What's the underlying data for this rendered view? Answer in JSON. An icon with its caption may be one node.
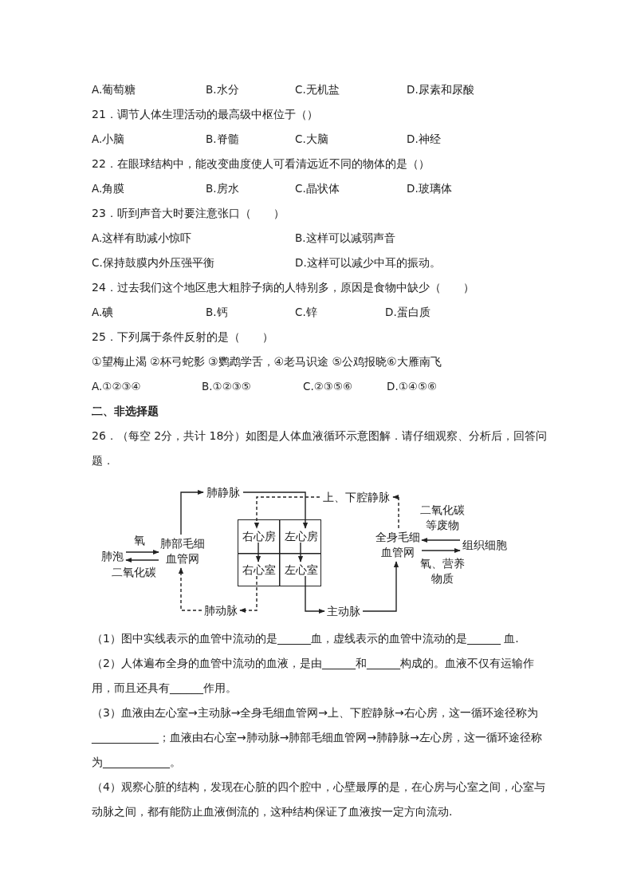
{
  "diagram": {
    "nodes": [
      {
        "text": [
          "肺静脉"
        ]
      },
      {
        "text": [
          "上、下腔静脉"
        ]
      },
      {
        "text": [],
        "shape": "box"
      },
      {
        "text": [
          "右心房"
        ],
        "in": 2
      },
      {
        "text": [
          "左心房"
        ],
        "in": 2
      },
      {
        "text": [
          "右心室"
        ],
        "in": 2
      },
      {
        "text": [
          "左心室"
        ],
        "in": 2
      },
      {
        "text": [
          "肺泡"
        ]
      },
      {
        "text": [
          "肺部毛细血管网"
        ]
      },
      {
        "text": [
          "全身毛细血管网"
        ]
      },
      {
        "text": [
          "组织细胞"
        ]
      },
      {
        "text": [
          "肺动脉"
        ]
      },
      {
        "text": [
          "主动脉"
        ]
      }
    ],
    "edges": [
      {
        "from": 7,
        "to": 8,
        "arrow": "to",
        "label": "氧"
      },
      {
        "from": 8,
        "to": 7,
        "arrow": "to",
        "label": "二氧化碳"
      },
      {
        "from": 8,
        "to": 0,
        "arrow": "to"
      },
      {
        "from": 0,
        "to": 4,
        "arrow": "to"
      },
      {
        "from": 1,
        "to": 3,
        "arrow": "to",
        "style": "dashed"
      },
      {
        "from": 3,
        "to": 5,
        "arrow": "to"
      },
      {
        "from": 4,
        "to": 6,
        "arrow": "to"
      },
      {
        "from": 5,
        "to": 11,
        "arrow": "to",
        "style": "dashed"
      },
      {
        "from": 11,
        "to": 8,
        "arrow": "to",
        "style": "dashed"
      },
      {
        "from": 6,
        "to": 12,
        "arrow": "to"
      },
      {
        "from": 12,
        "to": 9,
        "arrow": "to"
      },
      {
        "from": 9,
        "to": 1,
        "arrow": "to",
        "style": "dashed"
      },
      {
        "from": 10,
        "to": 9,
        "arrow": "to",
        "label": "二氧化碳等废物"
      },
      {
        "from": 9,
        "to": 10,
        "arrow": "to",
        "label": "氧、营养物质"
      }
    ],
    "labels": [
      "A.葡萄糖",
      "B.水分",
      "C.无机盐",
      "D.尿素和尿酸",
      "21．调节人体生理活动的最高级中枢位于（）",
      "A.小脑",
      "B.脊髓",
      "C.大脑",
      "D.神经",
      "22．在眼球结构中，能改变曲度使人可看清远近不同的物体的是（）",
      "A.角膜",
      "B.房水",
      "C.晶状体",
      "D.玻璃体",
      "23．听到声音大时要注意张口（　　）",
      "A.这样有助减小惊吓",
      "B.这样可以减弱声音",
      "C.保持鼓膜内外压强平衡",
      "D.这样可以减少中耳的振动。",
      "24．过去我们这个地区患大粗脖子病的人特别多，原因是食物中缺少（　　）",
      "A.碘",
      "B.钙",
      "C.锌",
      "D.蛋白质",
      "25．下列属于条件反射的是（　　）",
      "①望梅止渴 ②杯弓蛇影 ③鹦鹉学舌，④老马识途 ⑤公鸡报晓⑥大雁南飞",
      "A.①②③④",
      "B.①②③⑤",
      "C.②③⑤⑥",
      "D.①④⑤⑥",
      "二、非选择题",
      "26．（每空 2分，共计 18分）如图是人体血液循环示意图解．请仔细观察、分析后，回答问题．",
      "（1）图中实线表示的血管中流动的是______血，虚线表示的血管中流动的是______ 血.",
      "（2）人体遍布全身的血管中流动的血液，是由______和______构成的。血液不仅有运输作用，而且还具有______作用。",
      "（3）血液由左心室→主动脉→全身毛细血管网→上、下腔静脉→右心房，这一循环途径称为____________；血液由右心室→肺动脉→肺部毛细血管网→肺静脉→左心房，这一循环途径称为____________。",
      "（4）观察心脏的结构，发现在心脏的四个腔中，心壁最厚的是，在心房与心室之间，心室与动脉之间，都有能防止血液倒流的，这种结构保证了血液按一定方向流动."
    ]
  }
}
